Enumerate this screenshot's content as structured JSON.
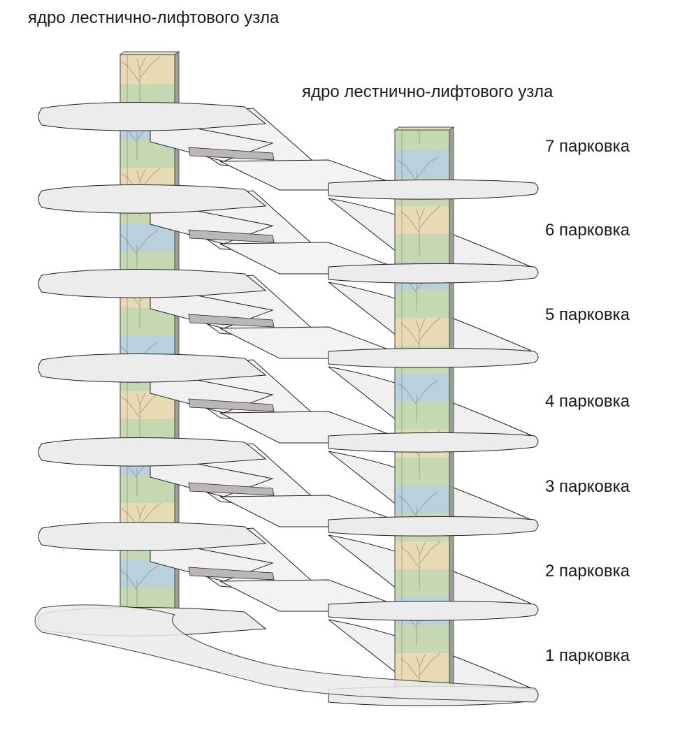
{
  "labels": {
    "core_left": "ядро лестнично-лифтового узла",
    "core_right": "ядро лестнично-лифтового узла"
  },
  "levels": [
    {
      "label": "7 парковка"
    },
    {
      "label": "6 парковка"
    },
    {
      "label": "5 парковка"
    },
    {
      "label": "4 парковка"
    },
    {
      "label": "3 парковка"
    },
    {
      "label": "2 парковка"
    },
    {
      "label": "1 парковка"
    }
  ],
  "colors": {
    "slab_fill": "#ececec",
    "slab_top": "#f3f3f3",
    "slab_stroke": "#222222",
    "ramp_fill": "#f0f0f0",
    "ramp_gap": "#bdb6b8",
    "core_sky": "#a9c6d6",
    "core_sand": "#e3d2a3",
    "core_grass": "#b9cfa0",
    "core_tree": "#6f6a5e",
    "core_edge": "#4a4a4a"
  }
}
